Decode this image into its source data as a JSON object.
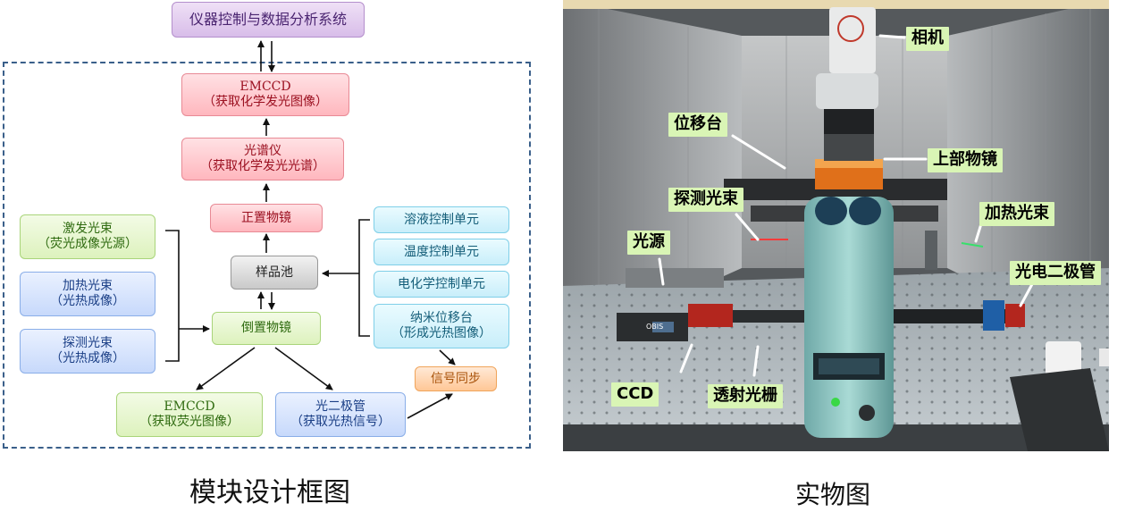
{
  "diagram": {
    "title_box": "仪器控制与数据分析系统",
    "emccd_top": {
      "line1": "EMCCD",
      "line2": "（获取化学发光图像）"
    },
    "spectrometer": {
      "line1": "光谱仪",
      "line2": "（获取化学发光光谱）"
    },
    "upright_objective": "正置物镜",
    "sample_cell": "样品池",
    "inverted_objective": "倒置物镜",
    "excitation_beam": {
      "line1": "激发光束",
      "line2": "（荧光成像光源）"
    },
    "heating_beam": {
      "line1": "加热光束",
      "line2": "（光热成像）"
    },
    "probe_beam": {
      "line1": "探测光束",
      "line2": "（光热成像）"
    },
    "solution_control": "溶液控制单元",
    "temperature_control": "温度控制单元",
    "electrochem_control": "电化学控制单元",
    "nano_stage": {
      "line1": "纳米位移台",
      "line2": "（形成光热图像）"
    },
    "signal_sync": "信号同步",
    "emccd_bottom": {
      "line1": "EMCCD",
      "line2": "（获取荧光图像）"
    },
    "photodiode": {
      "line1": "光二极管",
      "line2": "（获取光热信号）"
    },
    "caption": "模块设计框图"
  },
  "photo": {
    "caption": "实物图",
    "labels": {
      "camera": "相机",
      "stage": "位移台",
      "upper_objective": "上部物镜",
      "probe_beam": "探测光束",
      "heating_beam": "加热光束",
      "light_source": "光源",
      "photodiode": "光电二极管",
      "ccd": "CCD",
      "transmission_grating": "透射光栅"
    },
    "device_brand_text": "OBIS"
  }
}
